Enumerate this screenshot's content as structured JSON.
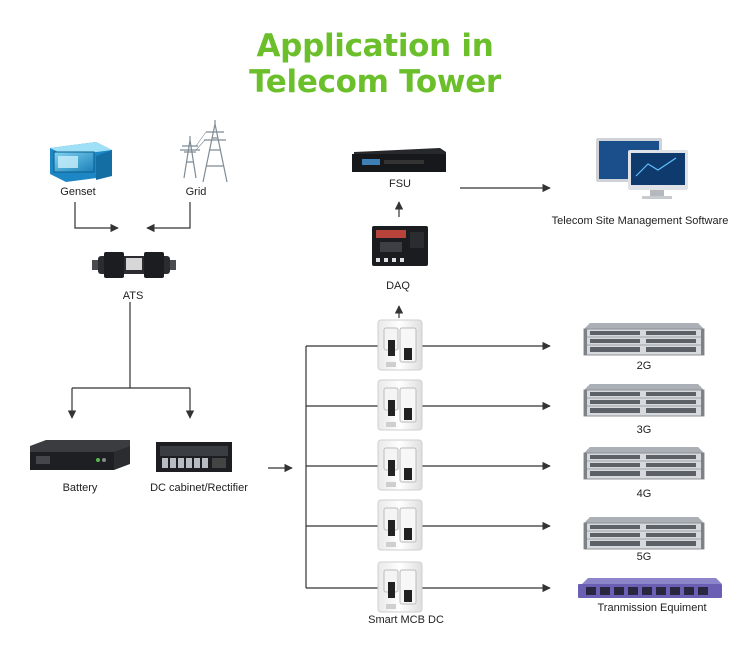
{
  "title": {
    "line1": "Application in",
    "line2": "Telecom Tower",
    "color": "#6abf2a"
  },
  "colors": {
    "line": "#333333",
    "device_dark": "#1f1f22",
    "rack_grey": "#d7d9dc",
    "purple": "#6a5fb3",
    "screen_blue": "#1a4f8c"
  },
  "labels": {
    "genset": "Genset",
    "grid": "Grid",
    "ats": "ATS",
    "battery": "Battery",
    "dc_cabinet": "DC cabinet/Rectifier",
    "fsu": "FSU",
    "daq": "DAQ",
    "software": "Telecom Site Management Software",
    "smart_mcb": "Smart MCB DC",
    "g2": "2G",
    "g3": "3G",
    "g4": "4G",
    "g5": "5G",
    "transmission": "Tranmission Equiment"
  }
}
